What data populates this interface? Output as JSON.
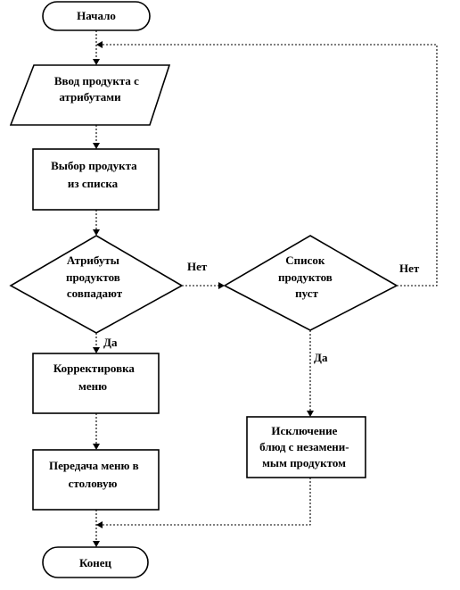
{
  "nodes": {
    "start": "Начало",
    "input": [
      "Ввод продукта с",
      "атрибутами"
    ],
    "select": [
      "Выбор продукта",
      "из списка"
    ],
    "attrs_match": [
      "Атрибуты",
      "продуктов",
      "совпадают"
    ],
    "list_empty": [
      "Список",
      "продуктов",
      "пуст"
    ],
    "correct_menu": [
      "Корректировка",
      "меню"
    ],
    "transfer_menu": [
      "Передача меню в",
      "столовую"
    ],
    "exclude_dishes": [
      "Исключение",
      "блюд с незамени-",
      "мым продуктом"
    ],
    "end": "Конец"
  },
  "labels": {
    "attrs_no": "Нет",
    "attrs_yes": "Да",
    "list_no": "Нет",
    "list_yes": "Да"
  }
}
